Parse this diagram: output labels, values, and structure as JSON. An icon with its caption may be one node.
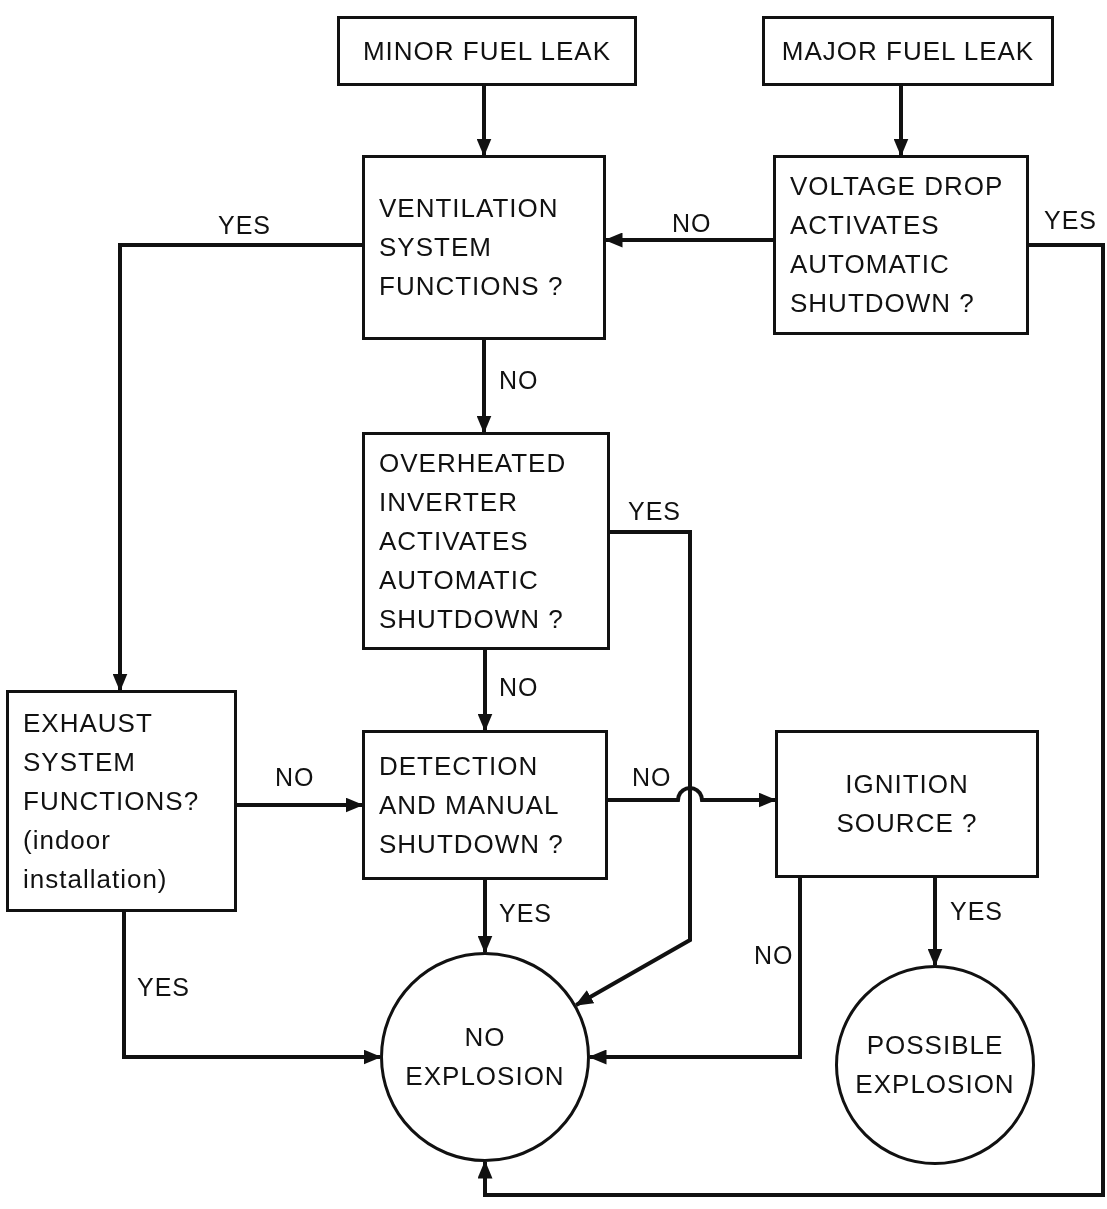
{
  "diagram": {
    "nodes": [
      {
        "text": [
          "MINOR FUEL LEAK"
        ]
      },
      {
        "text": [
          "MAJOR FUEL LEAK"
        ]
      },
      {
        "text": [
          "VENTILATION SYSTEM FUNCTIONS ?"
        ]
      },
      {
        "text": [
          "VOLTAGE DROP ACTIVATES AUTOMATIC SHUTDOWN ?"
        ]
      },
      {
        "text": [
          "OVERHEATED INVERTER ACTIVATES AUTOMATIC SHUTDOWN ?"
        ]
      },
      {
        "text": [
          "EXHAUST SYSTEM FUNCTIONS?",
          "(indoor installation)"
        ]
      },
      {
        "text": [
          "DETECTION AND MANUAL SHUTDOWN ?"
        ]
      },
      {
        "text": [
          "IGNITION SOURCE ?"
        ]
      },
      {
        "text": [
          "NO EXPLOSION"
        ]
      },
      {
        "text": [
          "POSSIBLE EXPLOSION"
        ]
      }
    ],
    "edges": [
      {
        "from": 0,
        "to": 2,
        "arrow": "to"
      },
      {
        "from": 1,
        "to": 3,
        "arrow": "to"
      },
      {
        "from": 3,
        "to": 2,
        "arrow": "to",
        "label": "NO"
      },
      {
        "from": 3,
        "to": 8,
        "arrow": "to",
        "label": "YES"
      },
      {
        "from": 2,
        "to": 5,
        "arrow": "to",
        "label": "YES"
      },
      {
        "from": 2,
        "to": 4,
        "arrow": "to",
        "label": "NO"
      },
      {
        "from": 4,
        "to": 8,
        "arrow": "to",
        "label": "YES"
      },
      {
        "from": 4,
        "to": 6,
        "arrow": "to",
        "label": "NO"
      },
      {
        "from": 5,
        "to": 6,
        "arrow": "to",
        "label": "NO"
      },
      {
        "from": 5,
        "to": 8,
        "arrow": "to",
        "label": "YES"
      },
      {
        "from": 6,
        "to": 7,
        "arrow": "to",
        "label": "NO"
      },
      {
        "from": 6,
        "to": 8,
        "arrow": "to",
        "label": "YES"
      },
      {
        "from": 7,
        "to": 8,
        "arrow": "to",
        "label": "NO"
      },
      {
        "from": 7,
        "to": 9,
        "arrow": "to",
        "label": "YES"
      }
    ]
  }
}
